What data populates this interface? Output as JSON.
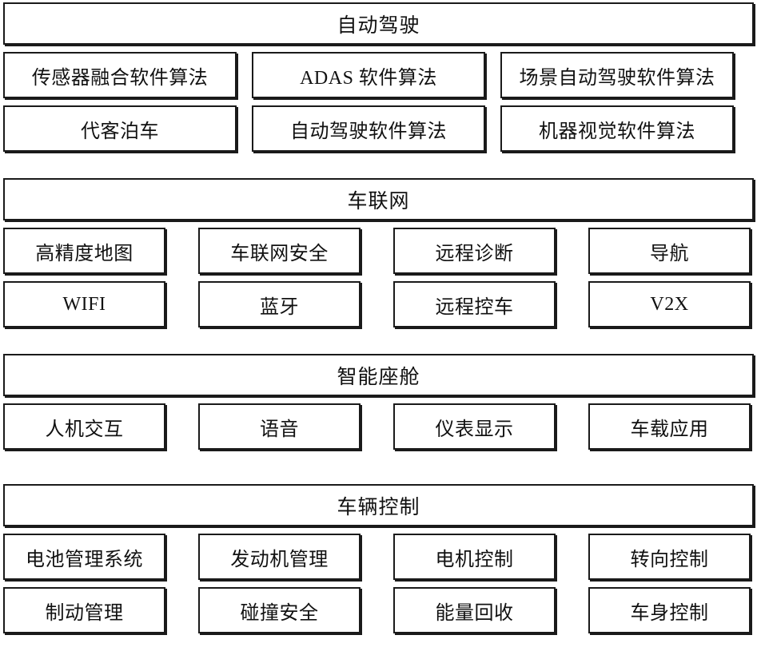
{
  "diagram": {
    "type": "layered-capability-map",
    "columns_per_section": [
      3,
      4,
      4,
      4
    ],
    "colors": {
      "border": "#1a1a1a",
      "background": "#ffffff",
      "text": "#111111"
    },
    "sections": [
      {
        "id": "autonomous-driving",
        "header": "自动驾驶",
        "rows": [
          [
            "传感器融合软件算法",
            "ADAS 软件算法",
            "场景自动驾驶软件算法"
          ],
          [
            "代客泊车",
            "自动驾驶软件算法",
            "机器视觉软件算法"
          ]
        ]
      },
      {
        "id": "connected-vehicle",
        "header": "车联网",
        "rows": [
          [
            "高精度地图",
            "车联网安全",
            "远程诊断",
            "导航"
          ],
          [
            "WIFI",
            "蓝牙",
            "远程控车",
            "V2X"
          ]
        ]
      },
      {
        "id": "smart-cockpit",
        "header": "智能座舱",
        "rows": [
          [
            "人机交互",
            "语音",
            "仪表显示",
            "车载应用"
          ]
        ]
      },
      {
        "id": "vehicle-control",
        "header": "车辆控制",
        "rows": [
          [
            "电池管理系统",
            "发动机管理",
            "电机控制",
            "转向控制"
          ],
          [
            "制动管理",
            "碰撞安全",
            "能量回收",
            "车身控制"
          ]
        ]
      }
    ]
  }
}
